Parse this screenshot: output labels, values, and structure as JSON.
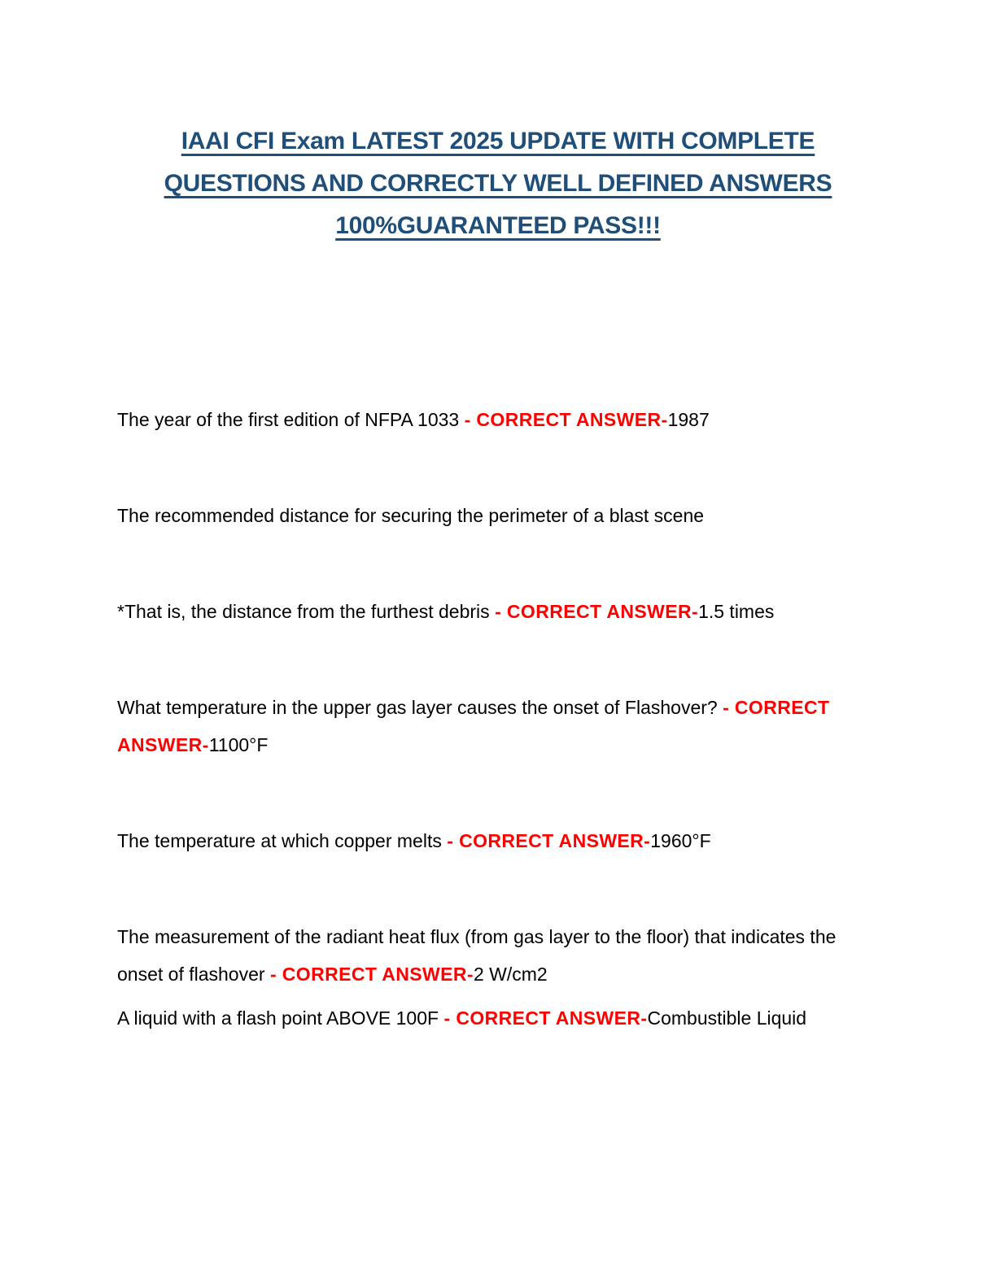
{
  "page": {
    "background": "#ffffff"
  },
  "title": {
    "color": "#1F4E79",
    "lines": [
      "IAAI CFI Exam LATEST 2025 UPDATE WITH COMPLETE",
      "QUESTIONS AND CORRECTLY WELL DEFINED ANSWERS",
      "100%GUARANTEED PASS!!!"
    ]
  },
  "colors": {
    "answer_red": "#FF0000",
    "body_text": "#000000"
  },
  "paragraphs": [
    {
      "gap_after": "large",
      "segments": [
        {
          "type": "question",
          "text": "The year of the first edition of NFPA 1033 "
        },
        {
          "type": "answer",
          "text": "- CORRECT ANSWER-"
        },
        {
          "type": "question",
          "text": "1987"
        }
      ]
    },
    {
      "gap_after": "large",
      "segments": [
        {
          "type": "question",
          "text": "The recommended distance for securing the perimeter of a blast scene"
        }
      ]
    },
    {
      "gap_after": "large",
      "segments": [
        {
          "type": "question",
          "text": "*That is, the distance from the furthest debris "
        },
        {
          "type": "answer",
          "text": "- CORRECT ANSWER-"
        },
        {
          "type": "question",
          "text": "1.5 times"
        }
      ]
    },
    {
      "gap_after": "large",
      "segments": [
        {
          "type": "question",
          "text": "What temperature in the upper gas layer causes the onset of Flashover? "
        },
        {
          "type": "answer",
          "text": "- CORRECT ANSWER-"
        },
        {
          "type": "question",
          "text": "1100°F"
        }
      ]
    },
    {
      "gap_after": "large",
      "segments": [
        {
          "type": "question",
          "text": "The temperature at which copper melts "
        },
        {
          "type": "answer",
          "text": "- CORRECT ANSWER-"
        },
        {
          "type": "question",
          "text": "1960°F"
        }
      ]
    },
    {
      "gap_after": "small",
      "segments": [
        {
          "type": "question",
          "text": "The measurement of the radiant heat flux (from gas layer to the floor) that indicates the onset of flashover "
        },
        {
          "type": "answer",
          "text": "- CORRECT ANSWER-"
        },
        {
          "type": "question",
          "text": "2 W/cm2"
        }
      ]
    },
    {
      "gap_after": "none",
      "segments": [
        {
          "type": "question",
          "text": "A liquid with a flash point ABOVE 100F "
        },
        {
          "type": "answer",
          "text": "- CORRECT ANSWER-"
        },
        {
          "type": "question",
          "text": "Combustible Liquid"
        }
      ]
    }
  ]
}
